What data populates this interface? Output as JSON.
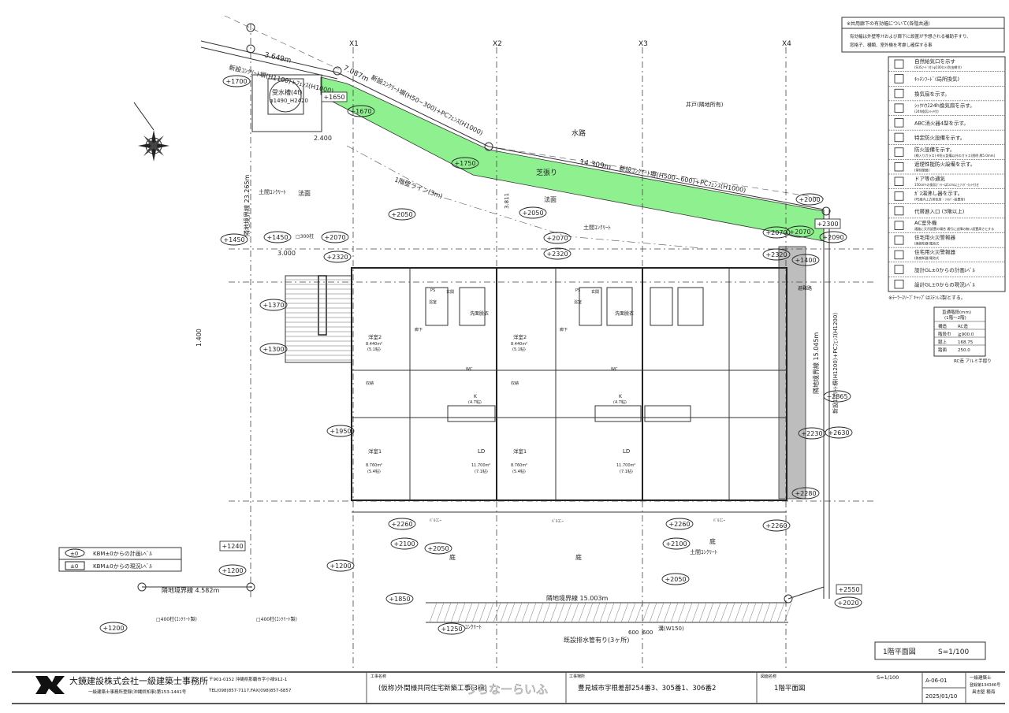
{
  "colors": {
    "lawn": "#8ff08f",
    "hatch_grey": "#bdbdbd",
    "line": "#333333"
  },
  "grid": [
    "X1",
    "X2",
    "X3",
    "X4"
  ],
  "notice": {
    "title": "※共用廊下の有効幅について(各階共通)",
    "line1": "有効幅は外壁等ﾌﾁおよび廊下に設置が予想される補助手すり、",
    "line2": "窓格子、樋類、室外機を考慮し確保する事"
  },
  "legend": [
    {
      "icon": "natural-vent-icon",
      "label": "自然給気口を示す",
      "sub": "(SUSﾌｰﾄﾞ付) φ100(ｽﾃﾝ防虫網付)"
    },
    {
      "icon": "kitchen-hood-icon",
      "label": "ｷｯﾁﾝﾌｰﾄﾞ(局所換気)",
      "sub": ""
    },
    {
      "icon": "exhaust-fan-icon",
      "label": "換気扇を示す。",
      "sub": ""
    },
    {
      "icon": "24h-fan-icon",
      "label": "ｼｯｸﾊｳｽ24h換気扇を示す。",
      "sub": "(24h換気ｽｲｯﾁ付)"
    },
    {
      "icon": "extinguisher-icon",
      "label": "ABC消火器4型を示す。",
      "sub": ""
    },
    {
      "icon": "special-fire-icon",
      "label": "特定防火設備を示す。",
      "sub": ""
    },
    {
      "icon": "fire-equipment-icon",
      "label": "防火設備を示す。",
      "sub": "(網入りガラス) ※防火設備以外のガラス(透明 厚5.0mm)"
    },
    {
      "icon": "smoke-shield-icon",
      "label": "遮煙性能防火設備を示す。",
      "sub": "(常時閉鎖)"
    },
    {
      "icon": "door-vent-icon",
      "label": "ドア等の通気",
      "sub": "150cm²の換気ｶﾞﾗﾘｰは1cm以上ｱﾝﾀﾞｰｶｯﾄ付き"
    },
    {
      "icon": "gas-heater-icon",
      "label": "ｶﾞｽ湯沸し器を示す。",
      "sub": "(PS扉内上方排気型・ﾌﾙｶﾊﾞｰ設置型)"
    },
    {
      "icon": "emergency-entry-icon",
      "label": "代替進入口 (3階以上)",
      "sub": ""
    },
    {
      "icon": "ac-unit-icon",
      "label": "AC室外機",
      "sub": "通路に天吊設置の場合 通行に支障の無い設置高さとする"
    },
    {
      "icon": "smoke-alarm-icon",
      "label": "住宅用火災警報器",
      "sub": "(煙感知器)電池式"
    },
    {
      "icon": "heat-alarm-icon",
      "label": "住宅用火災警報器",
      "sub": "(熱感知器)電池式"
    },
    {
      "icon": "plan-level-icon",
      "label": "設計GL±0からの計画ﾚﾍﾞﾙ",
      "sub": ""
    },
    {
      "icon": "current-level-icon",
      "label": "設計GL±0からの現況ﾚﾍﾞﾙ",
      "sub": ""
    }
  ],
  "legend_note": "※ﾃｰﾗｰｽﾘｰﾌﾞｷｬｯﾌﾟはｽﾃﾝﾚｽ製とする。",
  "stair_table": {
    "title": "直通階段(mm)",
    "range": "(1階～2階)",
    "rows": [
      [
        "構造",
        "RC造"
      ],
      [
        "階段巾",
        "≧900.0"
      ],
      [
        "蹴上",
        "168.75"
      ],
      [
        "踏面",
        "250.0"
      ]
    ],
    "note": "RC造 アルミ手摺り"
  },
  "small_legend": [
    {
      "symbol": "±0",
      "label": "KBM±0からの計画ﾚﾍﾞﾙ"
    },
    {
      "symbol": "±0",
      "label": "KBM±0からの現況ﾚﾍﾞﾙ"
    }
  ],
  "site_labels": {
    "tank": "受水槽(4t)",
    "tank_size": "φ1490_H2420",
    "fence_top1": "3.649m",
    "fence_top1_desc": "新設ｺﾝｸﾘｰﾄ塀(H1100)+ﾌｪﾝｽ(H1000)",
    "fence_top2": "7.087m",
    "fence_top2_desc": "新設ｺﾝｸﾘｰﾄ塀(H50~300)+PCﾌｪﾝｽ(H1000)",
    "fence_top3": "14.309m",
    "fence_top3_desc": "新設ｺﾝｸﾘｰﾄ塀(H500~600)+PCﾌｪﾝｽ(H1000)",
    "waterway": "水路",
    "well": "井戸(隣地所有)",
    "lawn": "芝張り",
    "slope1": "法面",
    "slope2": "法面",
    "earth_concrete1": "土間ｺﾝｸﾘｰﾄ",
    "earth_concrete2": "土間ｺﾝｸﾘｰﾄ",
    "earth_concrete3": "土間ｺﾝｸﾘｰﾄ",
    "setback": "1階壁ライン(3m)",
    "dim_2400": "2.400",
    "dim_3000": "3.000",
    "dim_1400": "1.400",
    "dim_3811": "3.811",
    "boundary_left": "隣地境界線 23.265m",
    "boundary_right": "隣地境界線 15.045m",
    "fence_right": "新設ｺﾝｸﾘｰﾄ塀(H1200)+PCﾌｪﾝｽ(H1200)",
    "boundary_bottom": "隣地境界線 15.003m",
    "boundary_bl": "隣地境界線 4.582m",
    "garden1": "庭",
    "garden2": "庭",
    "garden3": "庭",
    "gutter": "溝(W150)",
    "drain": "既設排水管有り(3ヶ所)",
    "concrete": "ｺﾝｸﾘｰﾄ",
    "post400a": "□400柱(ｺﾝｸﾘｰﾄ製)",
    "post400b": "□400柱(ｺﾝｸﾘｰﾄ製)",
    "post300": "□300柱",
    "dim600a": "600",
    "dim600b": "600",
    "evac": "避難路"
  },
  "elevations": [
    "+1700",
    "+1650",
    "+1670",
    "+1750",
    "+2050",
    "+2050",
    "+2070",
    "+2070",
    "+2070",
    "+2070",
    "+1450",
    "+1450",
    "+2320",
    "+2320",
    "+2320",
    "+1400",
    "+1370",
    "+1300",
    "+1950",
    "+2000",
    "+2300",
    "+2090",
    "+2865",
    "+2230",
    "+2630",
    "+2280",
    "+2260",
    "+2260",
    "+2260",
    "+2100",
    "+2100",
    "+2050",
    "+2050",
    "+1240",
    "+1200",
    "+1200",
    "+1200",
    "+1850",
    "+1250",
    "+2550",
    "+2020"
  ],
  "units": [
    {
      "room_w2": "洋室2",
      "w2_area": "8.440m²",
      "w2_tatami": "(5.1帖)",
      "ldk": "LD",
      "ldk_area": "11.700m²",
      "ldk_tatami": "(7.1帖)",
      "k": "K",
      "k_area": "(4.7帖)",
      "w1": "洋室1",
      "w1_area": "8.760m²",
      "w1_tatami": "(5.4帖)",
      "bath": "浴室",
      "wash": "洗面脱衣",
      "toilet": "WC",
      "corridor": "廊下",
      "entry": "玄関",
      "ps": "PS",
      "closet": "収納"
    },
    {
      "room_w2": "洋室2",
      "w2_area": "8.440m²",
      "w2_tatami": "(5.1帖)",
      "ldk": "LD",
      "ldk_area": "11.700m²",
      "ldk_tatami": "(7.1帖)",
      "k": "K",
      "k_area": "(4.7帖)",
      "w1": "洋室1",
      "w1_area": "8.760m²",
      "w1_tatami": "(5.4帖)",
      "bath": "浴室",
      "wash": "洗面脱衣",
      "toilet": "WC",
      "corridor": "廊下",
      "entry": "玄関",
      "ps": "PS",
      "closet": "収納"
    }
  ],
  "balcony": [
    "ﾊﾞﾙｺﾆｰ",
    "ﾊﾞﾙｺﾆｰ",
    "ﾊﾞﾙｺﾆｰ"
  ],
  "scale_box": {
    "name": "1階平面図",
    "scale": "S=1/100"
  },
  "title_block": {
    "company": "大鏡建設株式会社一級建築士事務所",
    "company_reg": "一級建築士事務所登録(沖縄県知事)第153-1441号",
    "address": "〒901-0152 沖縄県那覇市字小禄912-1",
    "tel": "TEL(098)857-7117,FAX(098)857-6857",
    "project_label": "工事名称",
    "project": "(仮称)外間様共同住宅新築工事(3棟)",
    "watermark": "うちなーらいふ",
    "location_label": "工事場所",
    "location": "豊見城市字根差部254番3、305番1、306番2",
    "drawing_label": "図面名称",
    "drawing": "1階平面図",
    "scale": "S=1/100",
    "number": "A-06-01",
    "date": "2025/01/10",
    "architect_title": "一級建築士",
    "architect_reg": "登録第134346号",
    "architect": "具志堅 穂海"
  }
}
